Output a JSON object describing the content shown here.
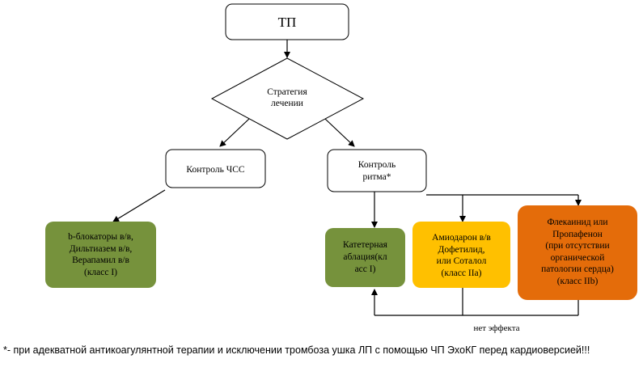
{
  "colors": {
    "green": "#76923c",
    "yellow": "#ffc000",
    "orange": "#e46c0a",
    "stroke": "#000000"
  },
  "nodes": {
    "root": "ТП",
    "strategy": [
      "Стратегия",
      "лечении"
    ],
    "rate_control": "Контроль ЧСС",
    "rhythm_control": [
      "Контроль",
      "ритма*"
    ],
    "rate_drugs": [
      "b-блокаторы в/в,",
      "Дильтиазем в/в,",
      "Верапамил в/в",
      "(класс I)"
    ],
    "ablation": [
      "Катетерная",
      "аблация(кл",
      "асс I)"
    ],
    "amiodarone": [
      "Амиодарон в/в",
      "Дофетилид,",
      "или Соталол",
      "(класс IIa)"
    ],
    "flecainide": [
      "Флекаинид или",
      "Пропафенон",
      "(при отсутствии",
      "органической",
      "патологии сердца)",
      "(класс IIb)"
    ]
  },
  "edge_label": "нет эффекта",
  "footnote": "*- при адекватной антикоагулянтной терапии и исключении тромбоза ушка ЛП с помощью ЧП ЭхоКГ перед кардиоверсией!!!"
}
